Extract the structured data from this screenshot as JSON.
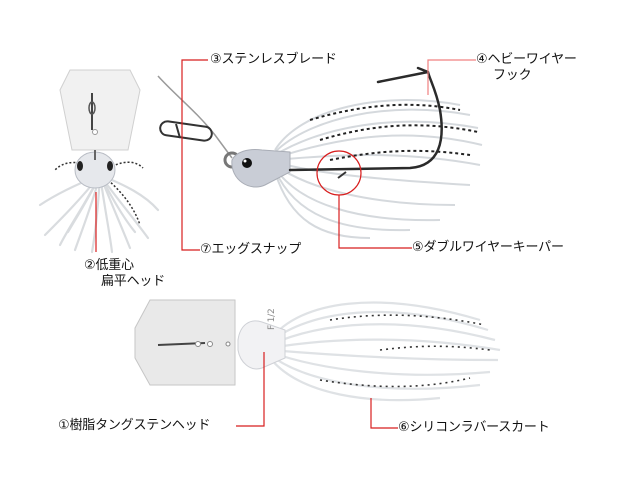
{
  "diagram": {
    "subject": "spinnerbait / chatterbait fishing lure parts diagram",
    "colors": {
      "leader_line": "#d81e1e",
      "leader_line_light": "#f08080",
      "blade": "#efefef",
      "head": "#c8ccd4",
      "skirt": "#e9ecef",
      "skirt_speckle": "#222222",
      "hook": "#2b2b2b"
    },
    "labels": [
      {
        "id": "1",
        "number": "①",
        "text": "樹脂タングステンヘッド"
      },
      {
        "id": "2",
        "number": "②",
        "text": "低重心",
        "text2": "扁平ヘッド"
      },
      {
        "id": "3",
        "number": "③",
        "text": "ステンレスブレード"
      },
      {
        "id": "4",
        "number": "④",
        "text": "ヘビーワイヤー",
        "text2": "フック"
      },
      {
        "id": "5",
        "number": "⑤",
        "text": "ダブルワイヤーキーパー"
      },
      {
        "id": "6",
        "number": "⑥",
        "text": "シリコンラバースカート"
      },
      {
        "id": "7",
        "number": "⑦",
        "text": "エッグスナップ"
      }
    ],
    "head_marking": {
      "letter": "F",
      "weight": "1/2"
    }
  }
}
